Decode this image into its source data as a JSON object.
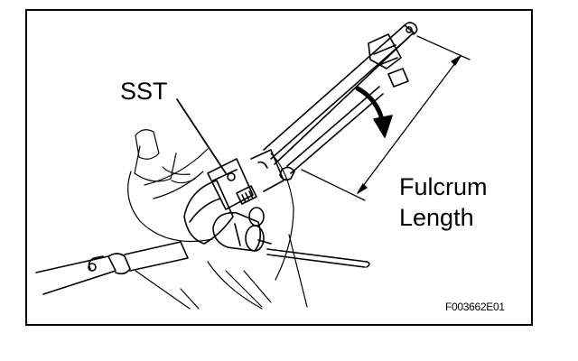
{
  "labels": {
    "tool": "SST",
    "fulcrum_line1": "Fulcrum",
    "fulcrum_line2": "Length",
    "figure_id": "F003662E01"
  }
}
